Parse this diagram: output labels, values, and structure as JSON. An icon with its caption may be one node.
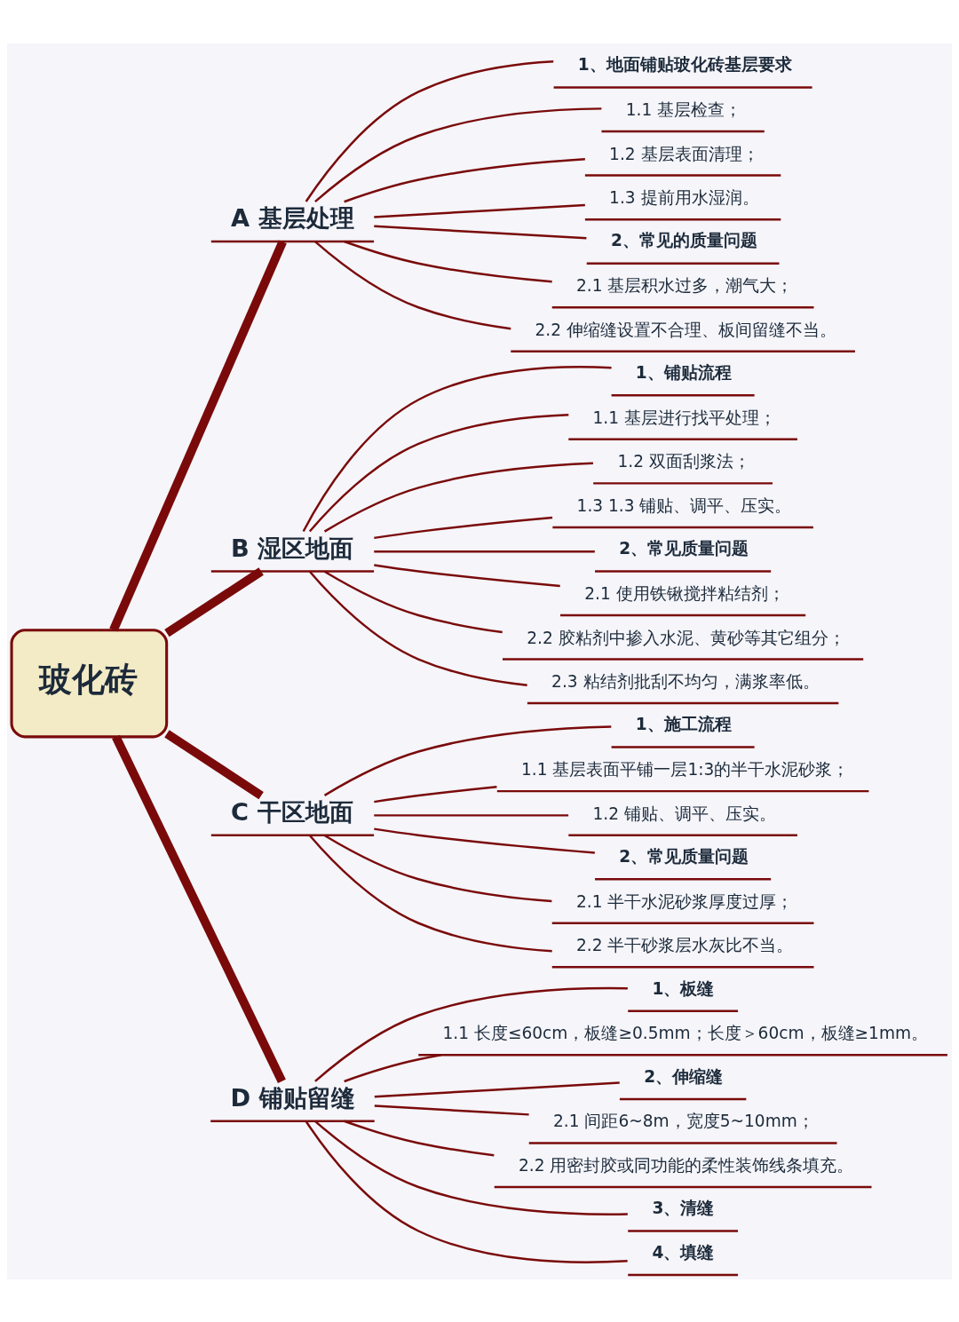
{
  "diagram": {
    "nodes": [
      {
        "text": [
          "玻化砖"
        ]
      },
      {
        "text": [
          "A 基层处理"
        ]
      },
      {
        "text": [
          "1、地面铺贴玻化砖基层要求"
        ]
      },
      {
        "text": [
          "1.1 基层检查；"
        ]
      },
      {
        "text": [
          "1.2 基层表面清理；"
        ]
      },
      {
        "text": [
          "1.3 提前用水湿润。"
        ]
      },
      {
        "text": [
          "2、常见的质量问题"
        ]
      },
      {
        "text": [
          "2.1 基层积水过多，潮气大；"
        ]
      },
      {
        "text": [
          "2.2 伸缩缝设置不合理、板间留缝不当。"
        ]
      },
      {
        "text": [
          "B 湿区地面"
        ]
      },
      {
        "text": [
          "1、铺贴流程"
        ]
      },
      {
        "text": [
          "1.1 基层进行找平处理；"
        ]
      },
      {
        "text": [
          "1.2 双面刮浆法；"
        ]
      },
      {
        "text": [
          "1.3 1.3 铺贴、调平、压实。"
        ]
      },
      {
        "text": [
          "2、常见质量问题"
        ]
      },
      {
        "text": [
          "2.1 使用铁锹搅拌粘结剂；"
        ]
      },
      {
        "text": [
          "2.2 胶粘剂中掺入水泥、黄砂等其它组分；"
        ]
      },
      {
        "text": [
          "2.3 粘结剂批刮不均匀，满浆率低。"
        ]
      },
      {
        "text": [
          "C 干区地面"
        ]
      },
      {
        "text": [
          "1、施工流程"
        ]
      },
      {
        "text": [
          "1.1 基层表面平铺一层1:3的半干水泥砂浆；"
        ]
      },
      {
        "text": [
          "1.2 铺贴、调平、压实。"
        ]
      },
      {
        "text": [
          "2、常见质量问题"
        ]
      },
      {
        "text": [
          "2.1 半干水泥砂浆厚度过厚；"
        ]
      },
      {
        "text": [
          "2.2 半干砂浆层水灰比不当。"
        ]
      },
      {
        "text": [
          "D 铺贴留缝"
        ]
      },
      {
        "text": [
          "1、板缝"
        ]
      },
      {
        "text": [
          "1.1 长度≤60cm，板缝≥0.5mm；长度＞60cm，板缝≥1mm。"
        ]
      },
      {
        "text": [
          "2、伸缩缝"
        ]
      },
      {
        "text": [
          "2.1 间距6~8m，宽度5~10mm；"
        ]
      },
      {
        "text": [
          "2.2 用密封胶或同功能的柔性装饰线条填充。"
        ]
      },
      {
        "text": [
          "3、清缝"
        ]
      },
      {
        "text": [
          "4、填缝"
        ]
      }
    ],
    "edges": [
      {
        "from": 0,
        "to": 1,
        "arrow": "none",
        "style": "thick"
      },
      {
        "from": 1,
        "to": 2,
        "arrow": "none"
      },
      {
        "from": 1,
        "to": 3,
        "arrow": "none"
      },
      {
        "from": 1,
        "to": 4,
        "arrow": "none"
      },
      {
        "from": 1,
        "to": 5,
        "arrow": "none"
      },
      {
        "from": 1,
        "to": 6,
        "arrow": "none"
      },
      {
        "from": 1,
        "to": 7,
        "arrow": "none"
      },
      {
        "from": 1,
        "to": 8,
        "arrow": "none"
      },
      {
        "from": 0,
        "to": 9,
        "arrow": "none",
        "style": "thick"
      },
      {
        "from": 9,
        "to": 10,
        "arrow": "none"
      },
      {
        "from": 9,
        "to": 11,
        "arrow": "none"
      },
      {
        "from": 9,
        "to": 12,
        "arrow": "none"
      },
      {
        "from": 9,
        "to": 13,
        "arrow": "none"
      },
      {
        "from": 9,
        "to": 14,
        "arrow": "none"
      },
      {
        "from": 9,
        "to": 15,
        "arrow": "none"
      },
      {
        "from": 9,
        "to": 16,
        "arrow": "none"
      },
      {
        "from": 9,
        "to": 17,
        "arrow": "none"
      },
      {
        "from": 0,
        "to": 18,
        "arrow": "none",
        "style": "thick"
      },
      {
        "from": 18,
        "to": 19,
        "arrow": "none"
      },
      {
        "from": 18,
        "to": 20,
        "arrow": "none"
      },
      {
        "from": 18,
        "to": 21,
        "arrow": "none"
      },
      {
        "from": 18,
        "to": 22,
        "arrow": "none"
      },
      {
        "from": 18,
        "to": 23,
        "arrow": "none"
      },
      {
        "from": 18,
        "to": 24,
        "arrow": "none"
      },
      {
        "from": 0,
        "to": 25,
        "arrow": "none",
        "style": "thick"
      },
      {
        "from": 25,
        "to": 26,
        "arrow": "none"
      },
      {
        "from": 25,
        "to": 27,
        "arrow": "none"
      },
      {
        "from": 25,
        "to": 28,
        "arrow": "none"
      },
      {
        "from": 25,
        "to": 29,
        "arrow": "none"
      },
      {
        "from": 25,
        "to": 30,
        "arrow": "none"
      },
      {
        "from": 25,
        "to": 31,
        "arrow": "none"
      },
      {
        "from": 25,
        "to": 32,
        "arrow": "none"
      }
    ]
  }
}
